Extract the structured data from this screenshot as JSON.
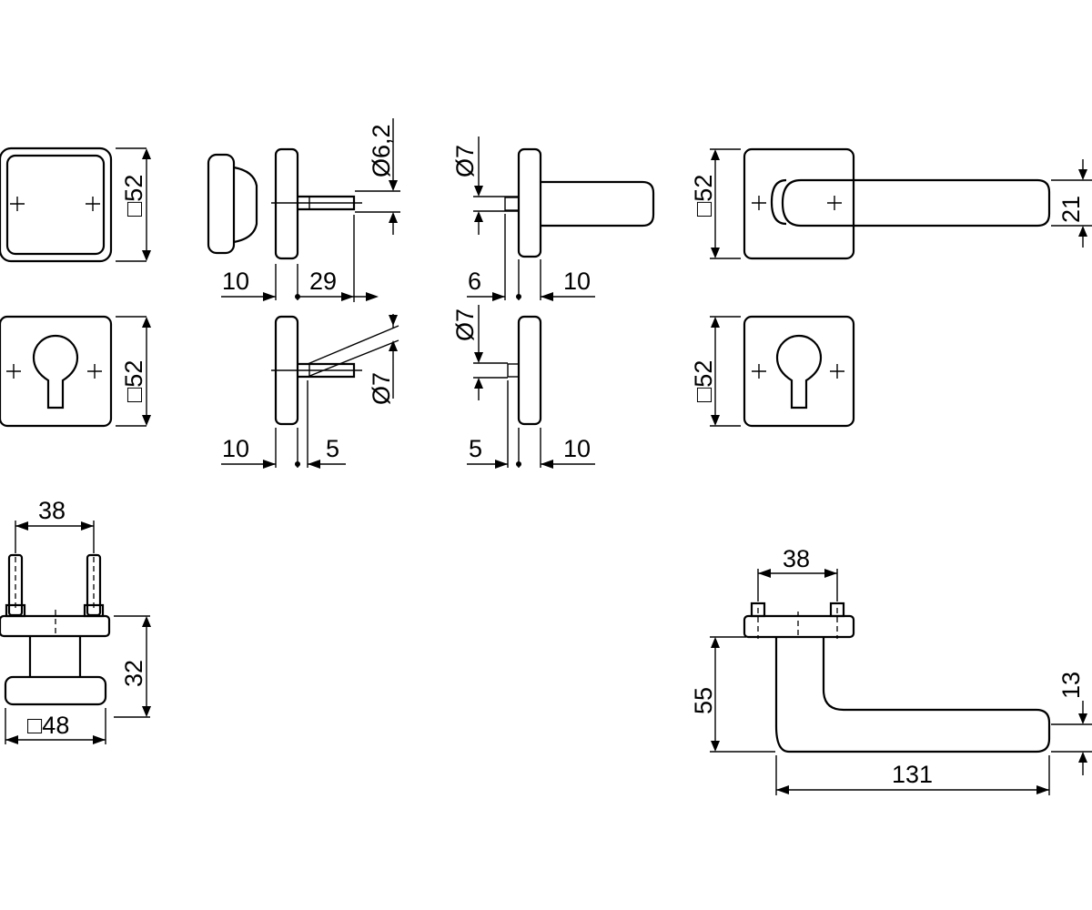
{
  "labels": {
    "rose_square": "□52",
    "lever_rose_square": "□52",
    "esc_left_square": "□52",
    "esc_right_square": "□52",
    "knob_base_square": "□48",
    "knob_diam_62": "Ø6,2",
    "knob_diam_7": "Ø7",
    "lever_diam_top": "Ø7",
    "lever_diam_bottom": "Ø7",
    "dim_10_a": "10",
    "dim_29": "29",
    "dim_6": "6",
    "dim_10_b": "10",
    "dim_10_c": "10",
    "dim_5_a": "5",
    "dim_5_b": "5",
    "dim_10_d": "10",
    "dim_21": "21",
    "dim_38_left": "38",
    "dim_32": "32",
    "dim_38_right": "38",
    "dim_55": "55",
    "dim_13": "13",
    "dim_131": "131"
  }
}
